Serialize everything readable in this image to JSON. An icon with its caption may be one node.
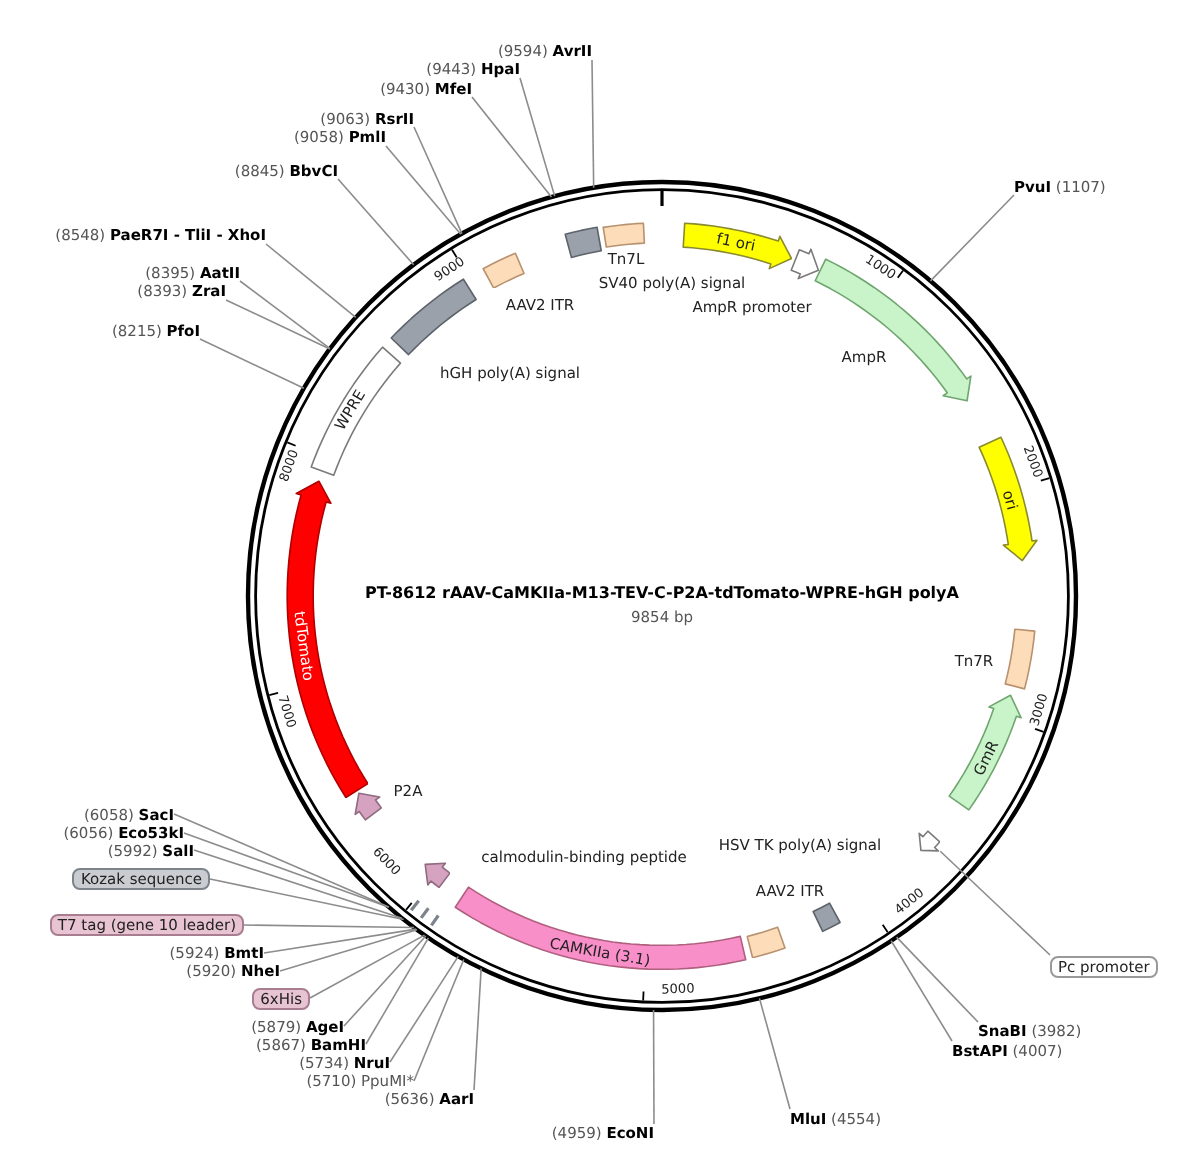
{
  "diagram": {
    "title": "PT-8612 rAAV-CaMKIIa-M13-TEV-C-P2A-tdTomato-WPRE-hGH polyA",
    "nodes": [
      {
        "text": [
          "(9594) **AvrII**"
        ]
      },
      {
        "text": [
          "(9443) **HpaI**"
        ]
      },
      {
        "text": [
          "(9430) **MfeI**"
        ]
      },
      {
        "text": [
          "(9063) **RsrII**"
        ]
      },
      {
        "text": [
          "(9058) **PmlI**"
        ]
      },
      {
        "text": [
          "(8845) **BbvCI**"
        ]
      },
      {
        "text": [
          "**PvuI** (1107)"
        ]
      },
      {
        "text": [
          "(8548) **PaeR7I - TliI - XhoI**"
        ]
      },
      {
        "text": [
          "(8395) **AatII**"
        ]
      },
      {
        "text": [
          "(8393) **ZraI**"
        ]
      },
      {
        "text": [
          "(8215) **PfoI**"
        ]
      },
      {
        "text": [
          "f1 ori"
        ]
      },
      {
        "text": [],
        "shape": "arrow"
      },
      {
        "text": [],
        "shape": "box",
        "beside": [
          "Tn7L"
        ]
      },
      {
        "text": [],
        "shape": "box"
      },
      {
        "text": [],
        "shape": "box",
        "beside": [
          "AAV2 ITR"
        ]
      },
      {
        "text": [],
        "shape": "box",
        "beside": [
          "hGH poly(A) signal"
        ]
      },
      {
        "text": [],
        "shape": "arrow",
        "beside": [
          "AmpR"
        ]
      },
      {
        "text": [
          "WPRE"
        ]
      },
      {
        "text": [
          "ori"
        ]
      },
      {
        "text": [
          "tdTomato"
        ]
      },
      {
        "text": [],
        "shape": "box",
        "beside": [
          "Tn7R"
        ]
      },
      {
        "text": [
          "GmR"
        ]
      },
      {
        "text": [],
        "shape": "arrow",
        "beside": [
          "P2A"
        ]
      },
      {
        "text": [],
        "shape": "arrow"
      },
      {
        "text": [],
        "shape": "box",
        "beside": [
          "HSV TK poly(A) signal"
        ]
      },
      {
        "text": [
          "(6058) **SacI**"
        ]
      },
      {
        "text": [
          "(6056) **Eco53kI**"
        ]
      },
      {
        "text": [
          "(5992) **SalI**"
        ]
      },
      {
        "text": [],
        "shape": "arrow",
        "beside": [
          "calmodulin-binding peptide"
        ]
      },
      {
        "text": [
          "Kozak sequence"
        ]
      },
      {
        "text": [
          "T7 tag (gene 10 leader)"
        ]
      },
      {
        "text": [
          "(5924) **BmtI**"
        ]
      },
      {
        "text": [
          "(5920) **NheI**"
        ]
      },
      {
        "text": [
          "6xHis"
        ]
      },
      {
        "text": [
          "CAMKIIa (3.1)"
        ]
      },
      {
        "text": [],
        "shape": "box"
      },
      {
        "text": [
          "Pc promoter"
        ]
      },
      {
        "text": [
          "(5879) **AgeI**"
        ]
      },
      {
        "text": [
          "(5867) **BamHI**"
        ]
      },
      {
        "text": [
          "(5734) **NruI**"
        ]
      },
      {
        "text": [
          "(5710) PpuMI*"
        ]
      },
      {
        "text": [
          "(5636) **AarI**"
        ]
      },
      {
        "text": [
          "**SnaBI** (3982)"
        ]
      },
      {
        "text": [
          "**BstAPI** (4007)"
        ]
      },
      {
        "text": [
          "**MluI** (4554)"
        ]
      },
      {
        "text": [
          "(4959) **EcoNI**"
        ]
      }
    ],
    "edges": [
      {
        "from": 0,
        "to": null,
        "arrow": "none"
      },
      {
        "from": 1,
        "to": null,
        "arrow": "none"
      },
      {
        "from": 2,
        "to": null,
        "arrow": "none"
      },
      {
        "from": 3,
        "to": null,
        "arrow": "none"
      },
      {
        "from": 4,
        "to": null,
        "arrow": "none"
      },
      {
        "from": 5,
        "to": null,
        "arrow": "none"
      },
      {
        "from": 6,
        "to": null,
        "arrow": "none"
      },
      {
        "from": 7,
        "to": null,
        "arrow": "none"
      },
      {
        "from": 8,
        "to": null,
        "arrow": "none"
      },
      {
        "from": 9,
        "to": null,
        "arrow": "none"
      },
      {
        "from": 10,
        "to": null,
        "arrow": "none"
      },
      {
        "from": 26,
        "to": null,
        "arrow": "none"
      },
      {
        "from": 27,
        "to": null,
        "arrow": "none"
      },
      {
        "from": 28,
        "to": null,
        "arrow": "none"
      },
      {
        "from": 30,
        "to": null,
        "arrow": "none"
      },
      {
        "from": 31,
        "to": null,
        "arrow": "none"
      },
      {
        "from": 32,
        "to": null,
        "arrow": "none"
      },
      {
        "from": 33,
        "to": null,
        "arrow": "none"
      },
      {
        "from": 34,
        "to": null,
        "arrow": "none"
      },
      {
        "from": 37,
        "to": 24,
        "arrow": "none"
      },
      {
        "from": 38,
        "to": null,
        "arrow": "none"
      },
      {
        "from": 39,
        "to": null,
        "arrow": "none"
      },
      {
        "from": 40,
        "to": null,
        "arrow": "none"
      },
      {
        "from": 41,
        "to": null,
        "arrow": "none"
      },
      {
        "from": 42,
        "to": null,
        "arrow": "none"
      },
      {
        "from": 43,
        "to": null,
        "arrow": "none"
      },
      {
        "from": 44,
        "to": null,
        "arrow": "none"
      },
      {
        "from": 45,
        "to": null,
        "arrow": "none"
      },
      {
        "from": 46,
        "to": null,
        "arrow": "none"
      }
    ],
    "labels": [
      "9000",
      "1000",
      "SV40 poly(A) signal",
      "AmpR promoter",
      "8000",
      "2000",
      "9854 bp",
      "7000",
      "3000",
      "AAV2 ITR",
      "6000",
      "4000",
      "5000"
    ]
  }
}
